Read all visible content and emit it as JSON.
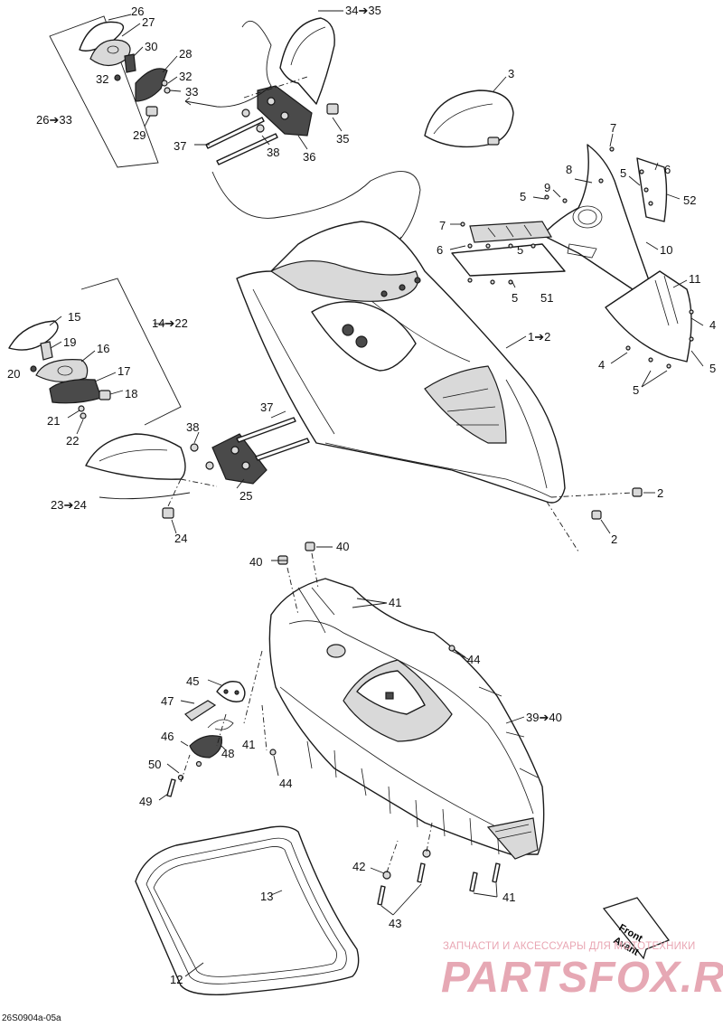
{
  "reference_code": "26S0904a-05a",
  "watermark": {
    "tagline": "ЗАПЧАСТИ И АКСЕССУАРЫ ДЛЯ МОТОТЕХНИКИ",
    "logo": "PARTSFOX.RU"
  },
  "front_badge": {
    "line1": "Front",
    "line2": "Avant"
  },
  "callouts": {
    "c26": "26",
    "c27": "27",
    "c30": "30",
    "c28": "28",
    "c32a": "32",
    "c32b": "32",
    "c33": "33",
    "c29": "29",
    "c26_33": "26➔33",
    "c34_35": "34➔35",
    "c35": "35",
    "c36": "36",
    "c37a": "37",
    "c38a": "38",
    "c3": "3",
    "c7a": "7",
    "c6a": "6",
    "c8": "8",
    "c9": "9",
    "c5a": "5",
    "c5b": "5",
    "c52": "52",
    "c7b": "7",
    "c6b": "6",
    "c5c": "5",
    "c10": "10",
    "c5d": "5",
    "c51": "51",
    "c11": "11",
    "c4a": "4",
    "c4b": "4",
    "c5e": "5",
    "c5f": "5",
    "c1_2": "1➔2",
    "c15": "15",
    "c14_22": "14➔22",
    "c19": "19",
    "c20": "20",
    "c16": "16",
    "c17": "17",
    "c18": "18",
    "c21": "21",
    "c22": "22",
    "c37b": "37",
    "c38b": "38",
    "c23_24": "23➔24",
    "c25": "25",
    "c24": "24",
    "c2a": "2",
    "c2b": "2",
    "c40a": "40",
    "c40b": "40",
    "c41a": "41",
    "c44a": "44",
    "c45": "45",
    "c47": "47",
    "c41b": "41",
    "c46": "46",
    "c48": "48",
    "c44b": "44",
    "c39_40": "39➔40",
    "c50": "50",
    "c49": "49",
    "c13": "13",
    "c42": "42",
    "c41c": "41",
    "c43": "43",
    "c12": "12"
  }
}
